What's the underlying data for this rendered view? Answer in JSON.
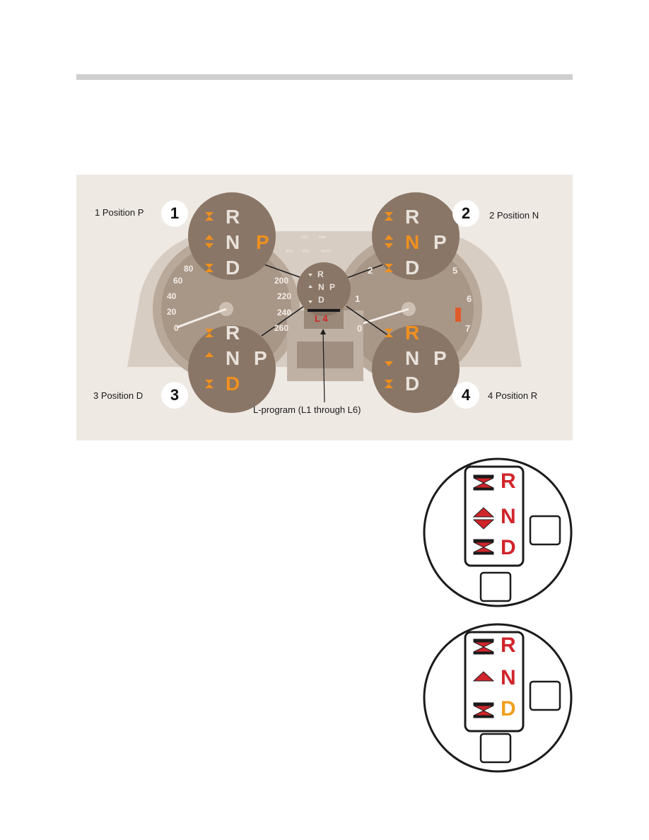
{
  "colors": {
    "orange": "#f0901e",
    "red": "#d0252b",
    "gear_inactive": "#e9e2db",
    "lens": "#8a7666",
    "panel_bg": "#efe9e4",
    "rule": "#cfcfcf"
  },
  "figure": {
    "captions": {
      "p1": "1 Position P",
      "p2": "2 Position N",
      "p3": "3 Position D",
      "p4": "4 Position R"
    },
    "badges": [
      "1",
      "2",
      "3",
      "4"
    ],
    "l_program": "L-program (L1 through L6)",
    "center_display": "L 4",
    "speedo_ticks": [
      "0",
      "20",
      "40",
      "60",
      "80"
    ],
    "speedo_ticks_right": [
      "200",
      "220",
      "240",
      "260"
    ],
    "tacho_ticks": [
      "0",
      "1",
      "2",
      "5",
      "6",
      "7"
    ],
    "gears": [
      "R",
      "N",
      "P",
      "D"
    ],
    "tiny_labels": [
      "ACS",
      "DSC",
      "AUTO",
      "DSC",
      "Hold"
    ]
  },
  "diagram_top": {
    "letters": [
      "R",
      "N",
      "D"
    ],
    "active": "none"
  },
  "diagram_bottom": {
    "letters": [
      "R",
      "N",
      "D"
    ],
    "active": "D"
  }
}
